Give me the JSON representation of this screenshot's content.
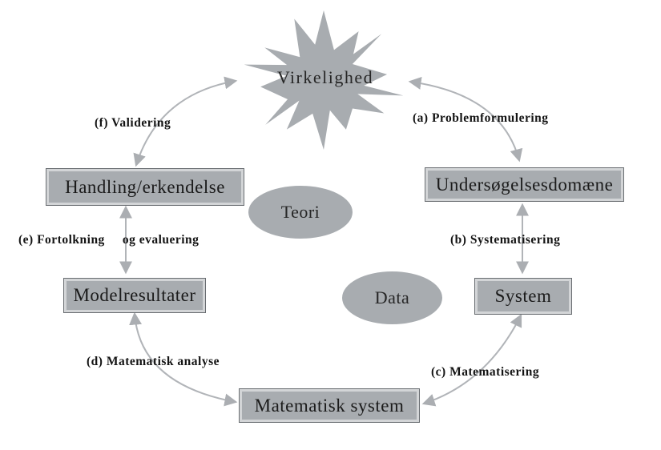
{
  "figure": {
    "burst": {
      "label": "Virkelighed"
    },
    "ellipses": [
      {
        "label": "Teori"
      },
      {
        "label": "Data"
      }
    ],
    "boxes": [
      {
        "label": "Handling/erkendelse"
      },
      {
        "label": "Undersøgelsesdomæne"
      },
      {
        "label": "System"
      },
      {
        "label": "Modelresultater"
      },
      {
        "label": "Matematisk system"
      }
    ],
    "edges": [
      {
        "label": "(a) Problemformulering"
      },
      {
        "label": "(b) Systematisering"
      },
      {
        "label": "(c) Matematisering"
      },
      {
        "label": "(d) Matematisk analyse"
      },
      {
        "parts": [
          "(e) Fortolkning",
          "og evaluering"
        ]
      },
      {
        "label": "(f) Validering"
      }
    ],
    "colors": {
      "shape_fill": "#a8acb0",
      "arrow": "#b1b4b8",
      "arrowhead": "#abaeb2",
      "box_border": "#696d71",
      "box_inner_edge": "#d3d5d7",
      "text": "#1b1b1b"
    }
  }
}
